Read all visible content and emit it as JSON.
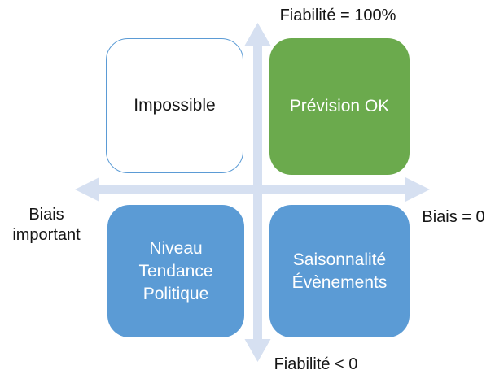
{
  "axis_labels": {
    "top": "Fiabilité = 100%",
    "bottom": "Fiabilité < 0",
    "left_line1": "Biais",
    "left_line2": "important",
    "right": "Biais = 0"
  },
  "quadrants": {
    "top_left": {
      "lines": [
        "Impossible"
      ]
    },
    "top_right": {
      "lines": [
        "Prévision OK"
      ]
    },
    "bottom_left": {
      "lines": [
        "Niveau",
        "Tendance",
        "Politique"
      ]
    },
    "bottom_right": {
      "lines": [
        "Saisonnalité",
        "Évènements"
      ]
    }
  },
  "colors": {
    "green_box": "#6baa4d",
    "blue_box": "#5b9bd5",
    "outline_box_border": "#5b9bd5",
    "axis_arrow": "#d6e0f1",
    "text_dark": "#151515",
    "text_light": "#ffffff"
  }
}
